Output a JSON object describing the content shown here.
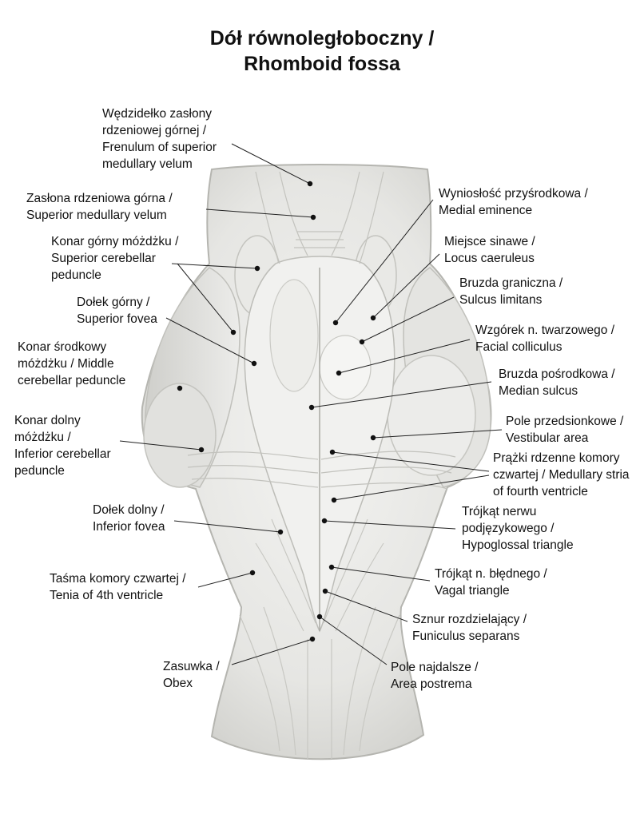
{
  "title": {
    "line1": "Dół równoległoboczny /",
    "line2": "Rhomboid fossa"
  },
  "labels": {
    "frenulum": [
      "Wędzidełko zasłony",
      "rdzeniowej górnej /",
      "Frenulum of superior",
      "medullary velum"
    ],
    "sup_velum": [
      "Zasłona rdzeniowa górna /",
      "Superior medullary velum"
    ],
    "sup_ped": [
      "Konar górny móżdżku /",
      "Superior cerebellar",
      "peduncle"
    ],
    "sup_fovea": [
      "Dołek górny /",
      "Superior fovea"
    ],
    "mid_ped": [
      "Konar środkowy",
      "móżdżku / Middle",
      "cerebellar peduncle"
    ],
    "inf_ped": [
      "Konar dolny",
      "móżdżku /",
      "Inferior cerebellar",
      "peduncle"
    ],
    "inf_fovea": [
      "Dołek dolny /",
      "Inferior fovea"
    ],
    "tenia": [
      "Taśma komory czwartej /",
      "Tenia of 4th ventricle"
    ],
    "obex": [
      "Zasuwka /",
      "Obex"
    ],
    "med_em": [
      "Wyniosłość przyśrodkowa /",
      "Medial eminence"
    ],
    "locus": [
      "Miejsce sinawe /",
      "Locus caeruleus"
    ],
    "sulcus_lim": [
      "Bruzda graniczna /",
      "Sulcus limitans"
    ],
    "facial": [
      "Wzgórek n. twarzowego /",
      "Facial colliculus"
    ],
    "median": [
      "Bruzda pośrodkowa /",
      "Median sulcus"
    ],
    "vestib": [
      "Pole przedsionkowe /",
      "Vestibular area"
    ],
    "striae": [
      "Prążki rdzenne komory",
      "czwartej / Medullary stria",
      "of fourth ventricle"
    ],
    "hypoglossal": [
      "Trójkąt nerwu",
      "podjęzykowego /",
      "Hypoglossal triangle"
    ],
    "vagal": [
      "Trójkąt n. błędnego /",
      "Vagal triangle"
    ],
    "funiculus": [
      "Sznur rozdzielający /",
      "Funiculus separans"
    ],
    "postrema": [
      "Pole najdalsze /",
      "Area postrema"
    ]
  }
}
